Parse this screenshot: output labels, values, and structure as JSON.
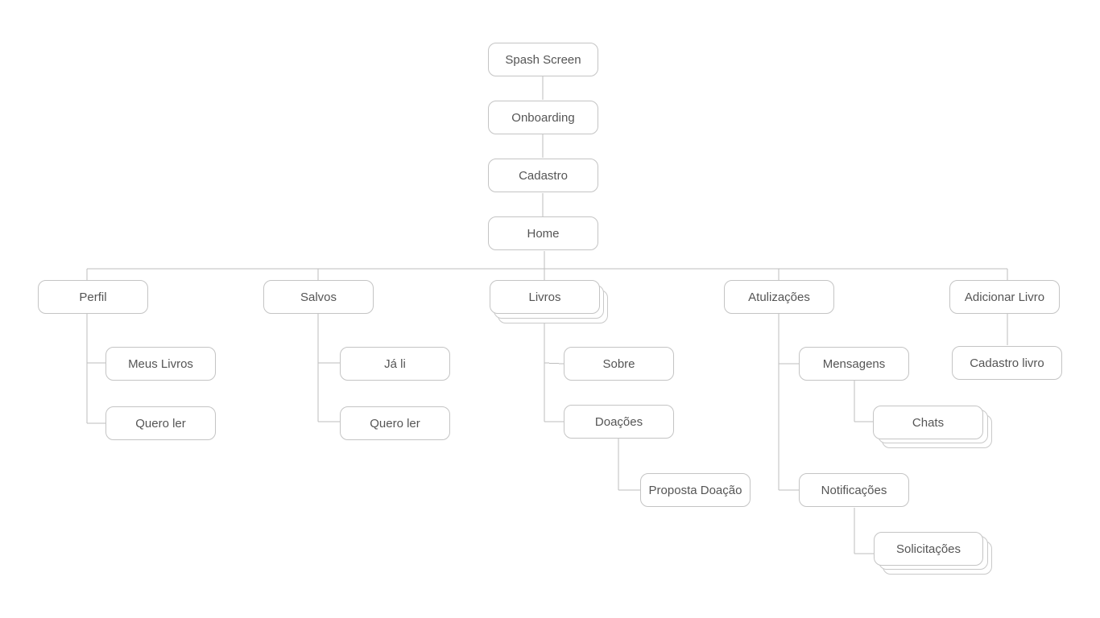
{
  "diagram": {
    "line_color": "#bdbdbd",
    "border_color": "#c4c4c4",
    "text_color": "#555555",
    "nodes": {
      "splash": "Spash Screen",
      "onboarding": "Onboarding",
      "cadastro": "Cadastro",
      "home": "Home",
      "perfil": "Perfil",
      "meus_livros": "Meus Livros",
      "perfil_quero_ler": "Quero ler",
      "salvos": "Salvos",
      "ja_li": "Já li",
      "salvos_quero_ler": "Quero ler",
      "livros": "Livros",
      "sobre": "Sobre",
      "doacoes": "Doações",
      "proposta_doacao": "Proposta Doação",
      "atualizacoes": "Atulizações",
      "mensagens": "Mensagens",
      "chats": "Chats",
      "notificacoes": "Notificações",
      "solicitacoes": "Solicitações",
      "adicionar_livro": "Adicionar Livro",
      "cadastro_livro": "Cadastro livro"
    },
    "edges": [
      [
        "splash",
        "onboarding"
      ],
      [
        "onboarding",
        "cadastro"
      ],
      [
        "cadastro",
        "home"
      ],
      [
        "home",
        "perfil"
      ],
      [
        "home",
        "salvos"
      ],
      [
        "home",
        "livros"
      ],
      [
        "home",
        "atualizacoes"
      ],
      [
        "home",
        "adicionar_livro"
      ],
      [
        "perfil",
        "meus_livros"
      ],
      [
        "perfil",
        "perfil_quero_ler"
      ],
      [
        "salvos",
        "ja_li"
      ],
      [
        "salvos",
        "salvos_quero_ler"
      ],
      [
        "livros",
        "sobre"
      ],
      [
        "livros",
        "doacoes"
      ],
      [
        "doacoes",
        "proposta_doacao"
      ],
      [
        "atualizacoes",
        "mensagens"
      ],
      [
        "atualizacoes",
        "notificacoes"
      ],
      [
        "mensagens",
        "chats"
      ],
      [
        "notificacoes",
        "solicitacoes"
      ],
      [
        "adicionar_livro",
        "cadastro_livro"
      ]
    ]
  }
}
